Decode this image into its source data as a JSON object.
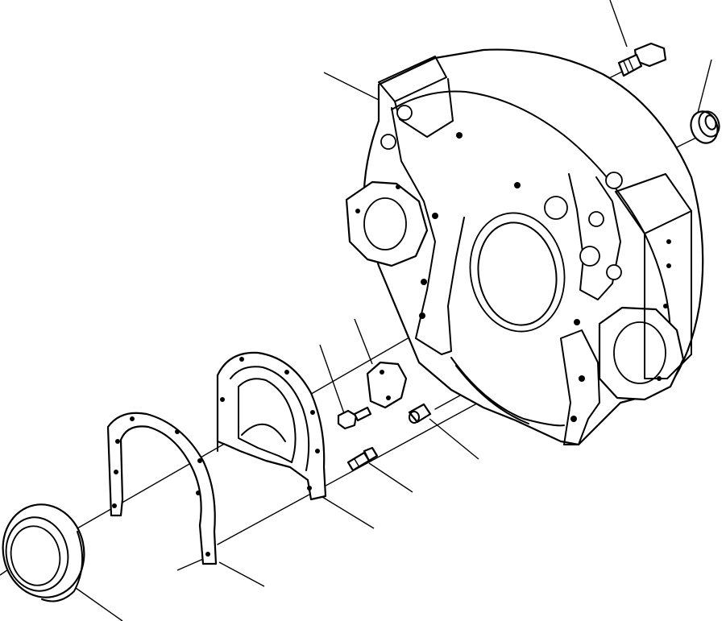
{
  "diagram": {
    "kind": "exploded-parts-view",
    "parts": [
      {
        "id": "flywheel-housing",
        "icon": "housing-icon"
      },
      {
        "id": "oil-seal",
        "icon": "seal-ring-icon"
      },
      {
        "id": "housing-gasket",
        "icon": "gasket-icon"
      },
      {
        "id": "seal-carrier",
        "icon": "carrier-icon"
      },
      {
        "id": "cover-plate",
        "icon": "plate-icon"
      },
      {
        "id": "cover-bolt",
        "icon": "bolt-icon"
      },
      {
        "id": "carrier-bolt",
        "icon": "bolt-icon"
      },
      {
        "id": "dowel-pin",
        "icon": "pin-icon"
      },
      {
        "id": "housing-bolt",
        "icon": "bolt-icon"
      },
      {
        "id": "plug",
        "icon": "plug-icon"
      }
    ],
    "line_color": "#000000",
    "background": "#ffffff"
  }
}
